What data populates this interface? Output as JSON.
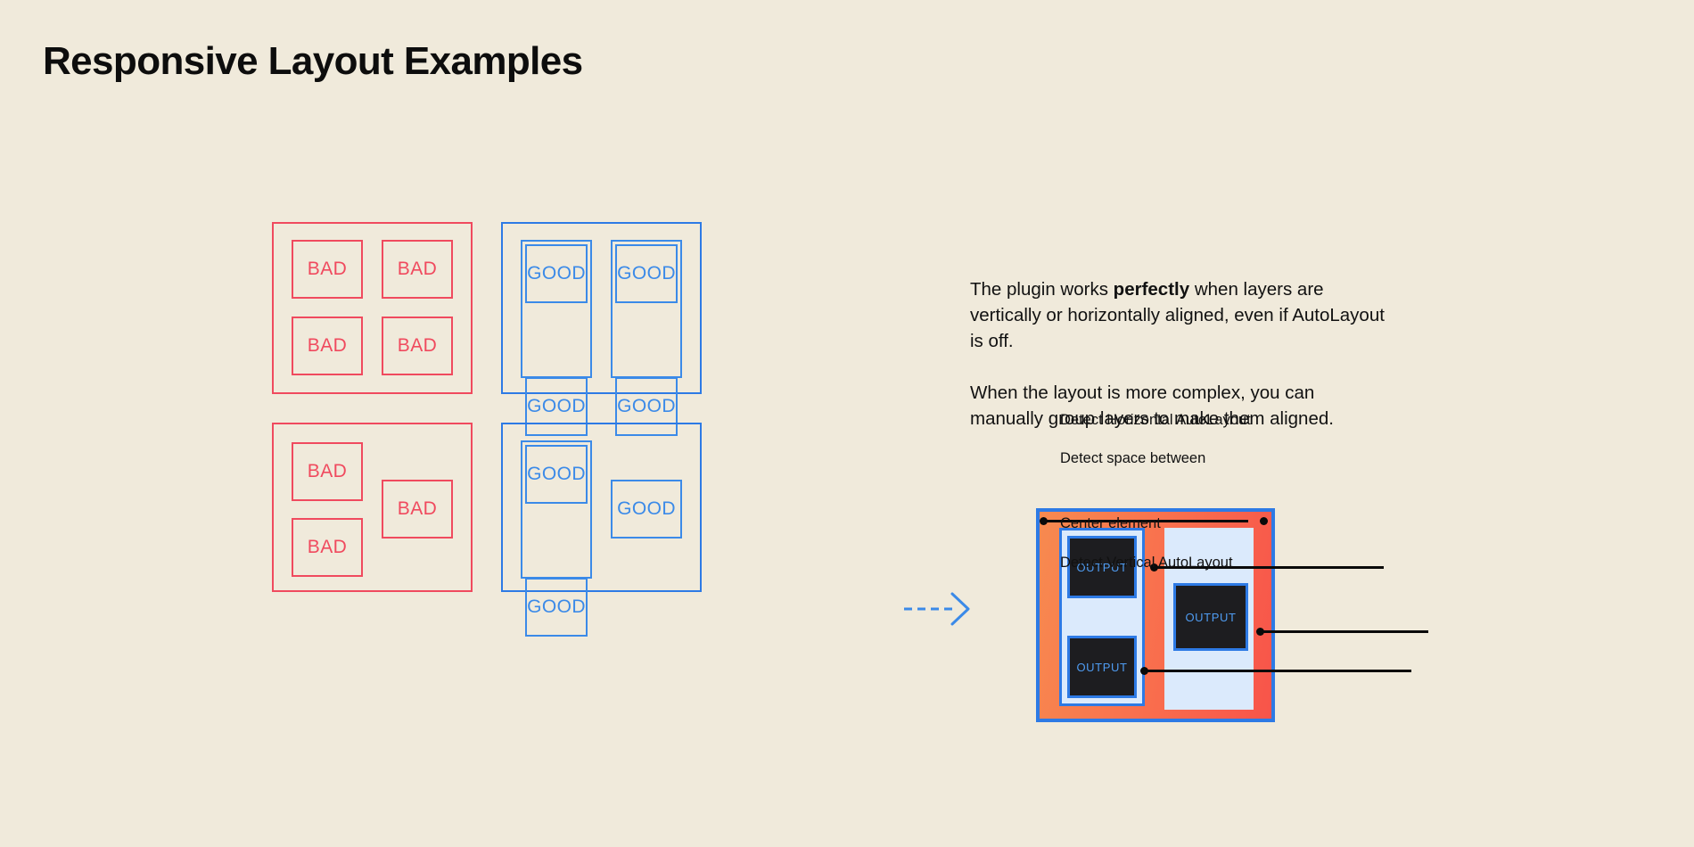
{
  "page": {
    "title": "Responsive Layout Examples",
    "background_color": "#f0eadb",
    "bad_color": "#f04a5e",
    "good_color": "#2d7ae5",
    "output_bg_color": "#1d1d20",
    "output_text_color": "#4f9cf2",
    "panel_light_blue": "#dbeafc",
    "gradient_from": "#f78a4f",
    "gradient_to": "#f8544a"
  },
  "examples": {
    "bad_grid": {
      "label": "BAD",
      "cells": [
        "BAD",
        "BAD",
        "BAD",
        "BAD"
      ]
    },
    "good_grid": {
      "label": "GOOD",
      "cells": [
        "GOOD",
        "GOOD",
        "GOOD",
        "GOOD"
      ]
    },
    "bad_scattered": {
      "label": "BAD",
      "cells": [
        "BAD",
        "BAD",
        "BAD"
      ]
    },
    "good_grouped": {
      "label": "GOOD",
      "cells": [
        "GOOD",
        "GOOD",
        "GOOD"
      ]
    }
  },
  "arrow": {
    "icon": "dashed-arrow-right-icon",
    "color": "#3b8ae8"
  },
  "copy": {
    "paragraph_1_a": "The plugin works ",
    "paragraph_1_bold": "perfectly",
    "paragraph_1_b": " when layers are vertically or horizontally aligned, even if AutoLayout is off.",
    "paragraph_2": "When the layout is more complex, you can manually group layers to make them aligned."
  },
  "diagram": {
    "outputs": [
      "OUTPUT",
      "OUTPUT",
      "OUTPUT"
    ],
    "annotations": [
      {
        "label": "Detect Horizontal AutoLayout"
      },
      {
        "label": "Detect space between"
      },
      {
        "label": "Center element"
      },
      {
        "label": "Detect Vertical AutoLayout"
      }
    ]
  }
}
